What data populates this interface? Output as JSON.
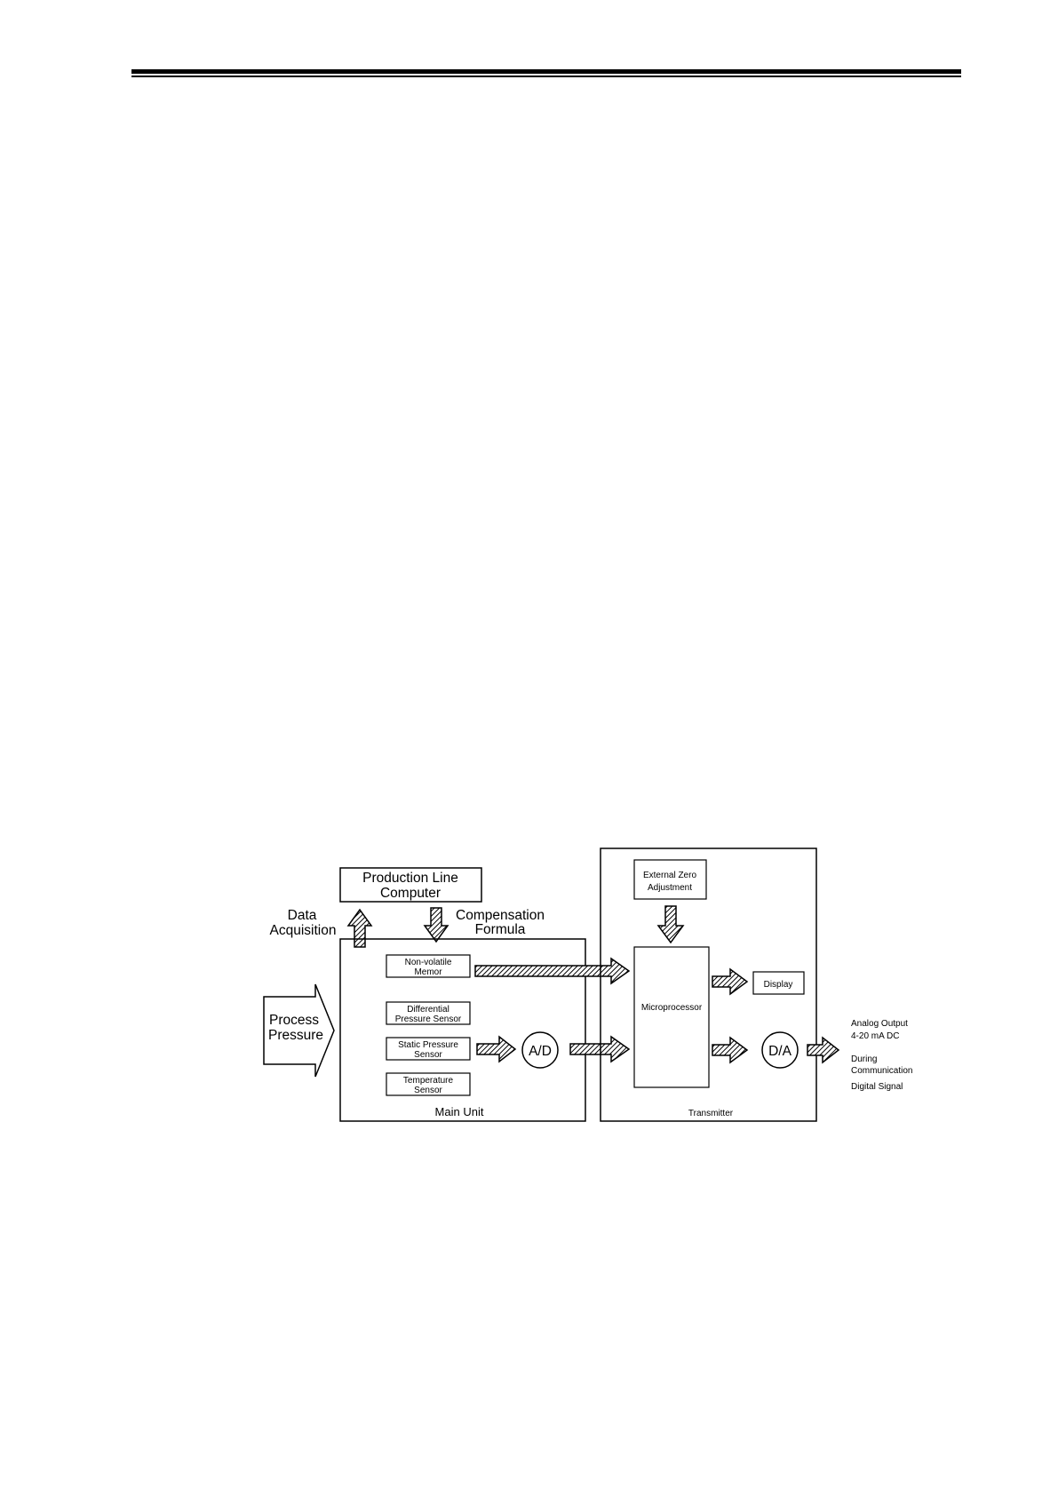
{
  "diagram": {
    "production_line_computer": [
      "Production Line",
      "Computer"
    ],
    "data_acquisition": [
      "Data",
      "Acquisition"
    ],
    "compensation_formula": [
      "Compensation",
      "Formula"
    ],
    "process_pressure": [
      "Process",
      "Pressure"
    ],
    "non_volatile_memory": [
      "Non-volatile",
      "Memor"
    ],
    "differential_pressure_sensor": [
      "Differential",
      "Pressure Sensor"
    ],
    "static_pressure_sensor": [
      "Static Pressure",
      "Sensor"
    ],
    "temperature_sensor": [
      "Temperature",
      "Sensor"
    ],
    "ad_converter": "A/D",
    "main_unit": "Main Unit",
    "external_zero_adjustment": [
      "External Zero",
      "Adjustment"
    ],
    "microprocessor": "Microprocessor",
    "display": "Display",
    "da_converter": "D/A",
    "transmitter": "Transmitter",
    "analog_output": [
      "Analog Output",
      "4-20 mA DC"
    ],
    "during_communication": [
      "During",
      "Communication"
    ],
    "digital_signal": "Digital Signal"
  }
}
